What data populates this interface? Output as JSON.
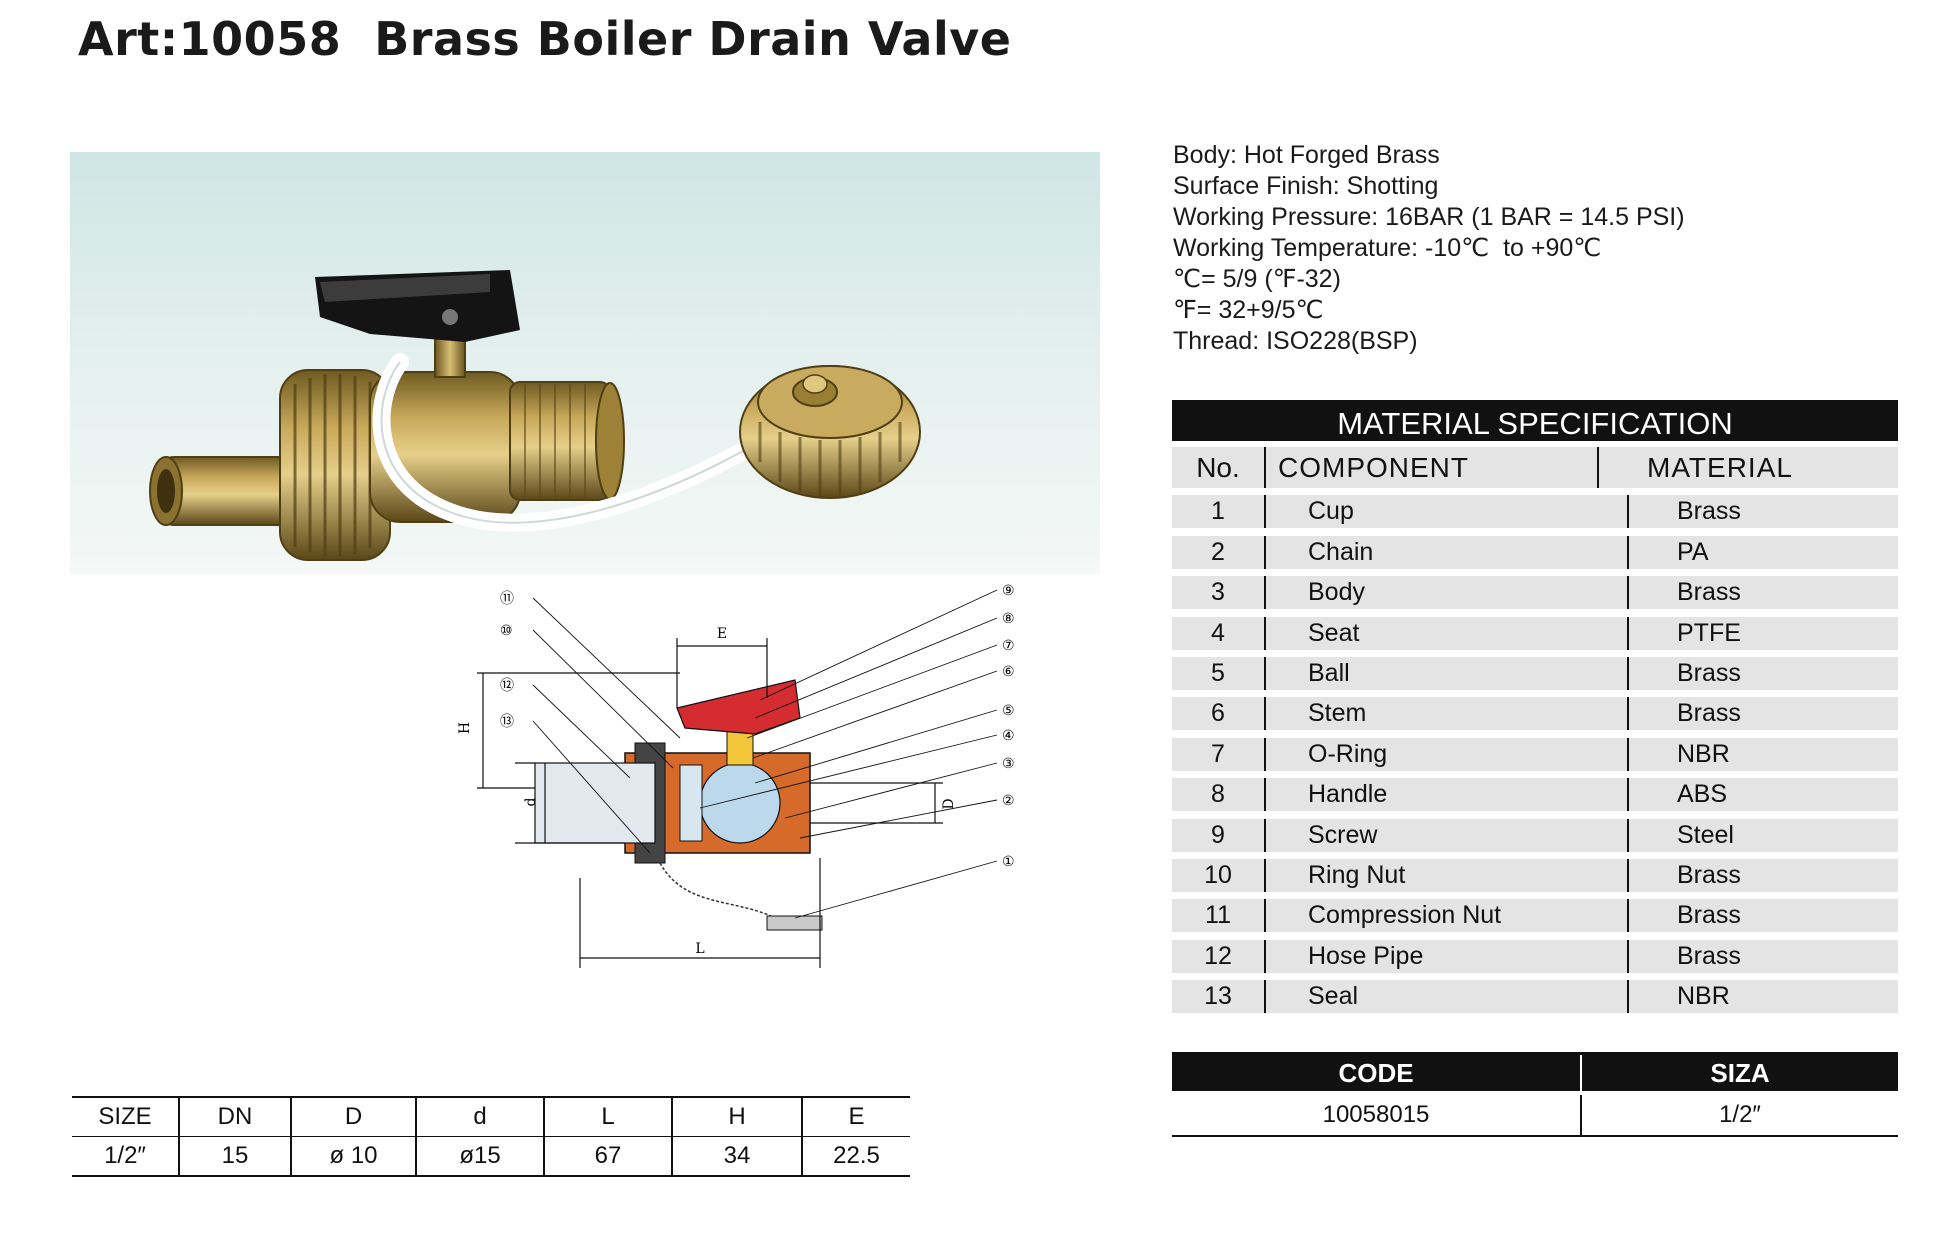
{
  "title": "Art:10058  Brass Boiler Drain Valve",
  "specs": [
    "Body: Hot Forged Brass",
    "Surface Finish: Shotting",
    "Working Pressure: 16BAR (1 BAR = 14.5 PSI)",
    "Working Temperature: -10℃  to +90℃",
    "℃= 5/9 (℉-32)",
    "℉= 32+9/5℃",
    "Thread: ISO228(BSP)"
  ],
  "material_table": {
    "heading": "MATERIAL SPECIFICATION",
    "columns": [
      "No.",
      "COMPONENT",
      "MATERIAL"
    ],
    "rows": [
      [
        "1",
        "Cup",
        "Brass"
      ],
      [
        "2",
        "Chain",
        "PA"
      ],
      [
        "3",
        "Body",
        "Brass"
      ],
      [
        "4",
        "Seat",
        "PTFE"
      ],
      [
        "5",
        "Ball",
        "Brass"
      ],
      [
        "6",
        "Stem",
        "Brass"
      ],
      [
        "7",
        "O-Ring",
        "NBR"
      ],
      [
        "8",
        "Handle",
        "ABS"
      ],
      [
        "9",
        "Screw",
        "Steel"
      ],
      [
        "10",
        "Ring Nut",
        "Brass"
      ],
      [
        "11",
        "Compression Nut",
        "Brass"
      ],
      [
        "12",
        "Hose Pipe",
        "Brass"
      ],
      [
        "13",
        "Seal",
        "NBR"
      ]
    ]
  },
  "code_table": {
    "columns": [
      "CODE",
      "SIZA"
    ],
    "rows": [
      [
        "10058015",
        "1/2″"
      ]
    ]
  },
  "size_table": {
    "columns": [
      "SIZE",
      "DN",
      "D",
      "d",
      "L",
      "H",
      "E"
    ],
    "rows": [
      [
        "1/2″",
        "15",
        "ø 10",
        "ø15",
        "67",
        "34",
        "22.5"
      ]
    ]
  },
  "diagram": {
    "dimension_labels": {
      "E": "E",
      "H": "H",
      "d": "d",
      "D": "D",
      "L": "L"
    },
    "callouts_left": [
      "⑪",
      "⑩",
      "⑫",
      "⑬"
    ],
    "callouts_right": [
      "⑨",
      "⑧",
      "⑦",
      "⑥",
      "⑤",
      "④",
      "③",
      "②",
      "①"
    ]
  },
  "colors": {
    "brass": "#a8893a",
    "handle_photo": "#141414",
    "handle_diagram": "#d42c30",
    "body_diagram": "#d56a2a",
    "ball_diagram": "#bcd9ec",
    "photo_bg": "#dcecea"
  }
}
